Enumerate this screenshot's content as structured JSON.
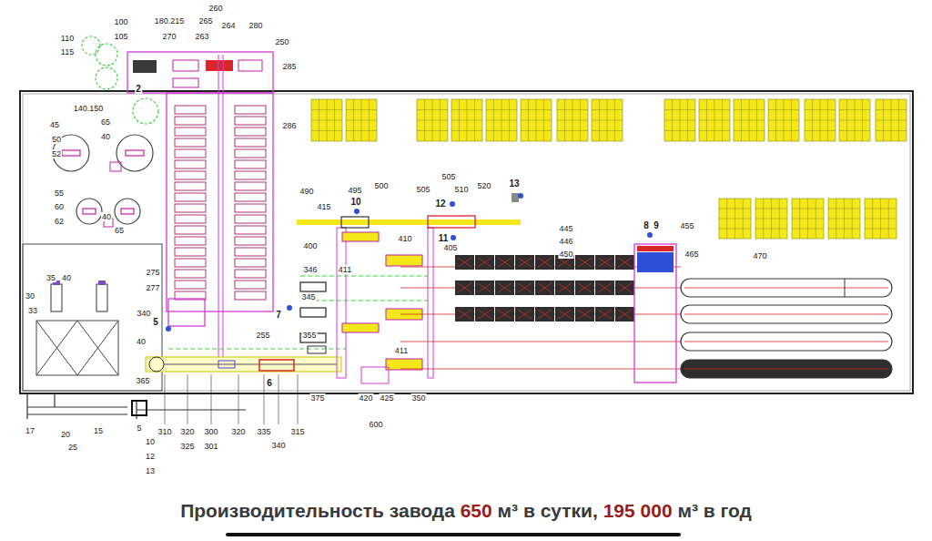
{
  "diagram": {
    "caption": "Производительность завода 650 м³ в сутки, 195 000 м³ в год",
    "labels": [
      "110",
      "115",
      "100",
      "105",
      "180.215",
      "260",
      "265",
      "270",
      "263",
      "264",
      "280",
      "250",
      "285",
      "2",
      "140.150",
      "286",
      "45",
      "50",
      "52",
      "65",
      "40",
      "55",
      "60",
      "62",
      "65",
      "40",
      "35",
      "40",
      "30",
      "33",
      "275",
      "277",
      "340",
      "5",
      "40",
      "365",
      "17",
      "20",
      "25",
      "15",
      "5",
      "10",
      "12",
      "13",
      "310",
      "320",
      "325",
      "300",
      "301",
      "320",
      "335",
      "340",
      "315",
      "6",
      "375",
      "255",
      "355",
      "7",
      "345",
      "346",
      "400",
      "411",
      "490",
      "415",
      "495",
      "10",
      "500",
      "505",
      "505",
      "510",
      "520",
      "12",
      "11",
      "13",
      "410",
      "405",
      "445",
      "446",
      "450",
      "8",
      "9",
      "455",
      "465",
      "470",
      "411",
      "420",
      "350",
      "425",
      "600"
    ]
  }
}
